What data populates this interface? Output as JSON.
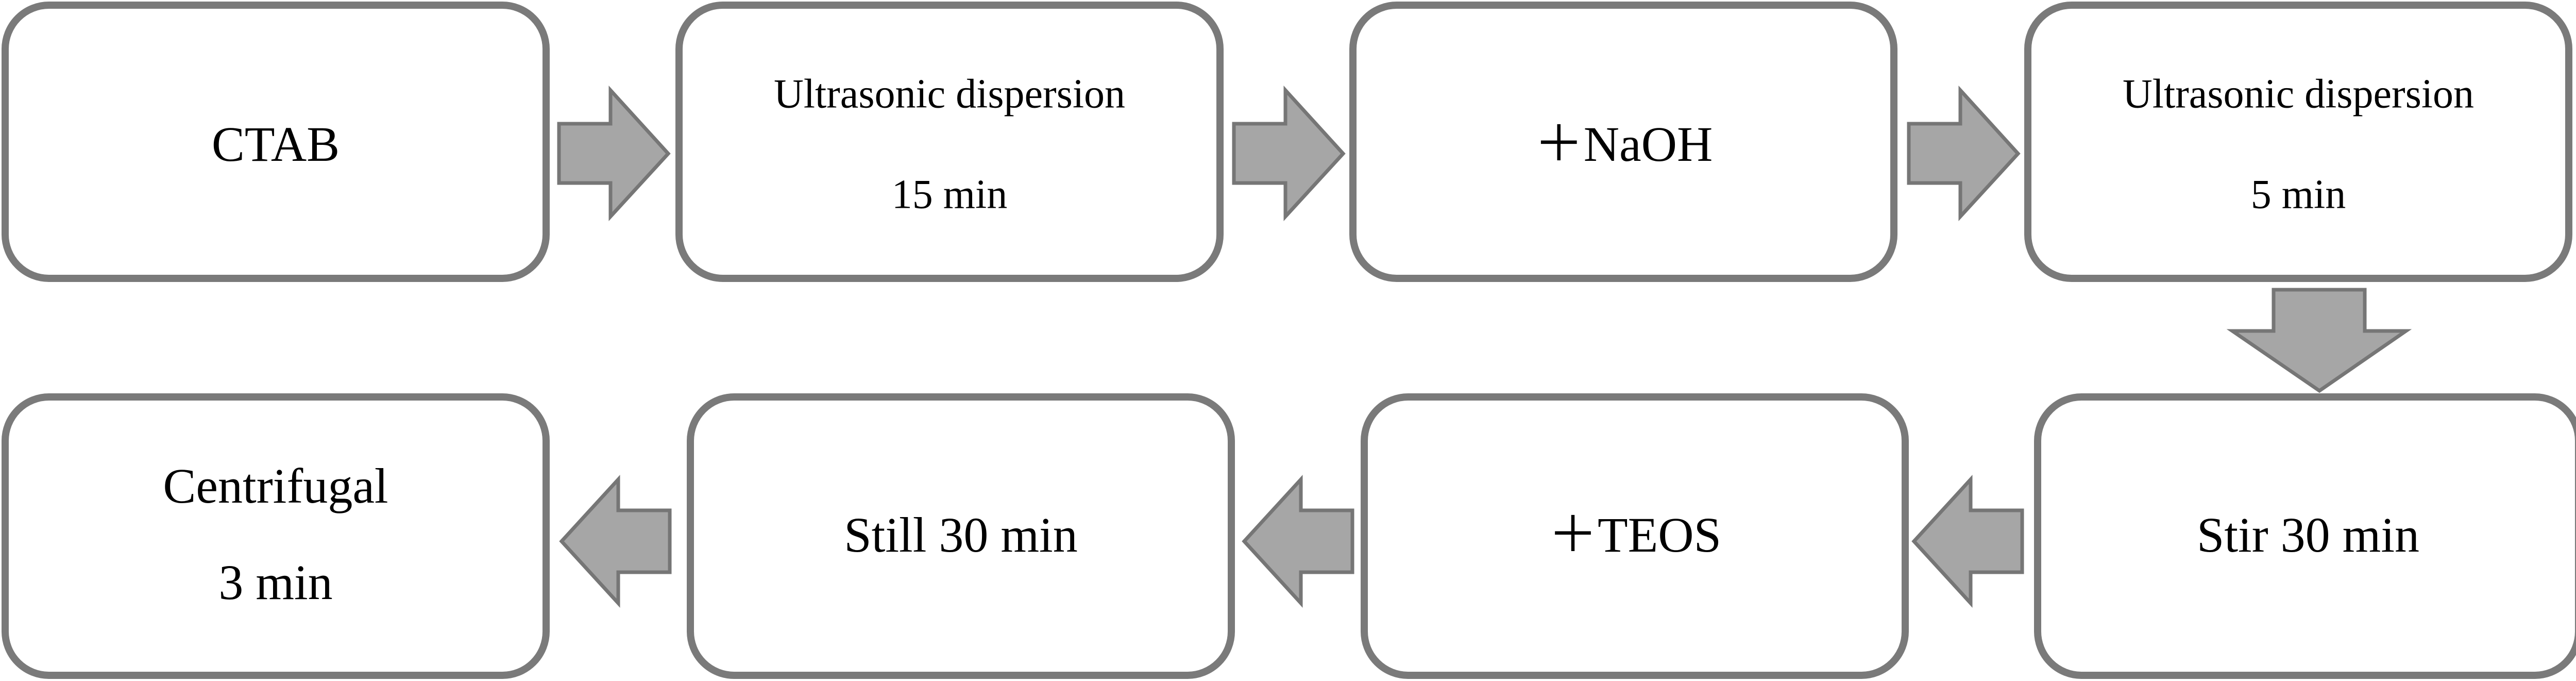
{
  "colors": {
    "box_border": "#7a7a7a",
    "box_fill": "#ffffff",
    "arrow_fill": "#a6a6a6",
    "arrow_border": "#767676",
    "text": "#000000"
  },
  "steps": [
    {
      "id": "ctab",
      "lines": [
        "CTAB"
      ]
    },
    {
      "id": "ultrasonic-15",
      "lines": [
        "Ultrasonic dispersion",
        "15 min"
      ]
    },
    {
      "id": "naoh",
      "lines": [
        "＋NaOH"
      ]
    },
    {
      "id": "ultrasonic-5",
      "lines": [
        "Ultrasonic dispersion",
        "5 min"
      ]
    },
    {
      "id": "stir",
      "lines": [
        "Stir 30 min"
      ]
    },
    {
      "id": "teos",
      "lines": [
        "＋TEOS"
      ]
    },
    {
      "id": "still",
      "lines": [
        "Still 30 min"
      ]
    },
    {
      "id": "centrifugal",
      "lines": [
        "Centrifugal",
        "3 min"
      ]
    }
  ],
  "arrows": [
    {
      "from": "ctab",
      "to": "ultrasonic-15",
      "direction": "right"
    },
    {
      "from": "ultrasonic-15",
      "to": "naoh",
      "direction": "right"
    },
    {
      "from": "naoh",
      "to": "ultrasonic-5",
      "direction": "right"
    },
    {
      "from": "ultrasonic-5",
      "to": "stir",
      "direction": "down"
    },
    {
      "from": "stir",
      "to": "teos",
      "direction": "left"
    },
    {
      "from": "teos",
      "to": "still",
      "direction": "left"
    },
    {
      "from": "still",
      "to": "centrifugal",
      "direction": "left"
    }
  ]
}
